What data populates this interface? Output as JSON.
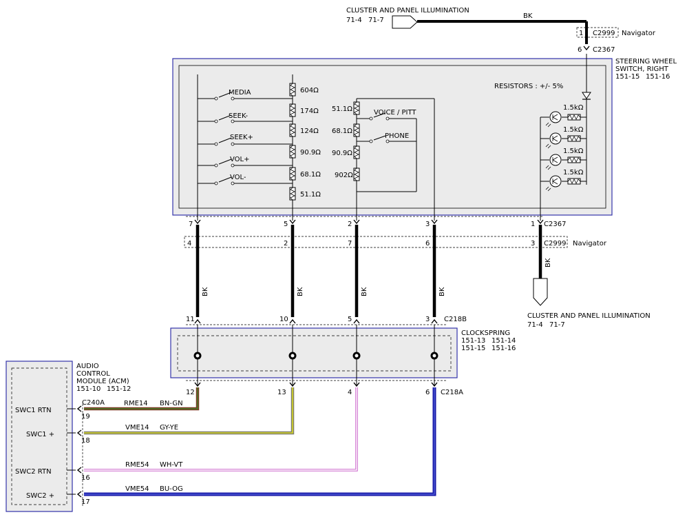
{
  "top_destination": {
    "title": "CLUSTER AND PANEL ILLUMINATION",
    "refs": [
      "71-4",
      "71-7"
    ],
    "wire_color": "BK"
  },
  "connectors": {
    "c2999_top": {
      "pin": "1",
      "name": "C2999",
      "note": "Navigator"
    },
    "c2367_top": {
      "pin": "6",
      "name": "C2367"
    },
    "c2367_bottom": {
      "name": "C2367",
      "pins": [
        "7",
        "5",
        "2",
        "3",
        "1"
      ]
    },
    "c2999_bottom": {
      "name": "C2999",
      "note": "Navigator",
      "pins": [
        "4",
        "2",
        "7",
        "6",
        "3"
      ]
    },
    "c218b": {
      "name": "C218B",
      "pins": [
        "11",
        "10",
        "5",
        "3"
      ]
    },
    "c218a": {
      "name": "C218A",
      "pins": [
        "12",
        "13",
        "4",
        "6"
      ]
    },
    "c240a": {
      "name": "C240A"
    }
  },
  "steering_switch": {
    "title_line1": "STEERING WHEEL",
    "title_line2": "SWITCH, RIGHT",
    "refs": [
      "151-15",
      "151-16"
    ],
    "resistor_note": "RESISTORS : +/- 5%",
    "switches_left": [
      "MEDIA",
      "SEEK-",
      "SEEK+",
      "VOL+",
      "VOL-"
    ],
    "resistors_left": [
      "604Ω",
      "174Ω",
      "124Ω",
      "90.9Ω",
      "68.1Ω",
      "51.1Ω"
    ],
    "resistors_mid": [
      "51.1Ω",
      "68.1Ω",
      "90.9Ω",
      "902Ω"
    ],
    "switches_mid": [
      "VOICE / PITT",
      "PHONE"
    ],
    "led_resistors": [
      "1.5kΩ",
      "1.5kΩ",
      "1.5kΩ",
      "1.5kΩ"
    ]
  },
  "bk_wire_label": "BK",
  "bottom_destination": {
    "title": "CLUSTER AND PANEL ILLUMINATION",
    "refs": [
      "71-4",
      "71-7"
    ],
    "wire_color": "BK"
  },
  "clockspring": {
    "title": "CLOCKSPRING",
    "refs_line1": [
      "151-13",
      "151-14"
    ],
    "refs_line2": [
      "151-15",
      "151-16"
    ]
  },
  "acm": {
    "title_lines": [
      "AUDIO",
      "CONTROL",
      "MODULE (ACM)"
    ],
    "refs": [
      "151-10",
      "151-12"
    ],
    "pins": [
      {
        "label": "SWC1 RTN",
        "pin": "19"
      },
      {
        "label": "SWC1 +",
        "pin": "18"
      },
      {
        "label": "SWC2 RTN",
        "pin": "16"
      },
      {
        "label": "SWC2 +",
        "pin": "17"
      }
    ]
  },
  "circuits": [
    {
      "circuit": "RME14",
      "color_code": "BN-GN",
      "color_a": "#7a3a24",
      "color_b": "#3a8a2a"
    },
    {
      "circuit": "VME14",
      "color_code": "GY-YE",
      "color_a": "#8c8c7a",
      "color_b": "#d8d820"
    },
    {
      "circuit": "RME54",
      "color_code": "WH-VT",
      "color_a": "#f2c6f2",
      "color_b": "#cc66cc"
    },
    {
      "circuit": "VME54",
      "color_code": "BU-OG",
      "color_a": "#1a1aa8",
      "color_b": "#3344cc"
    }
  ],
  "colors": {
    "box_border": "#3333aa",
    "box_fill": "#ebebeb",
    "wire_black": "#000000"
  }
}
